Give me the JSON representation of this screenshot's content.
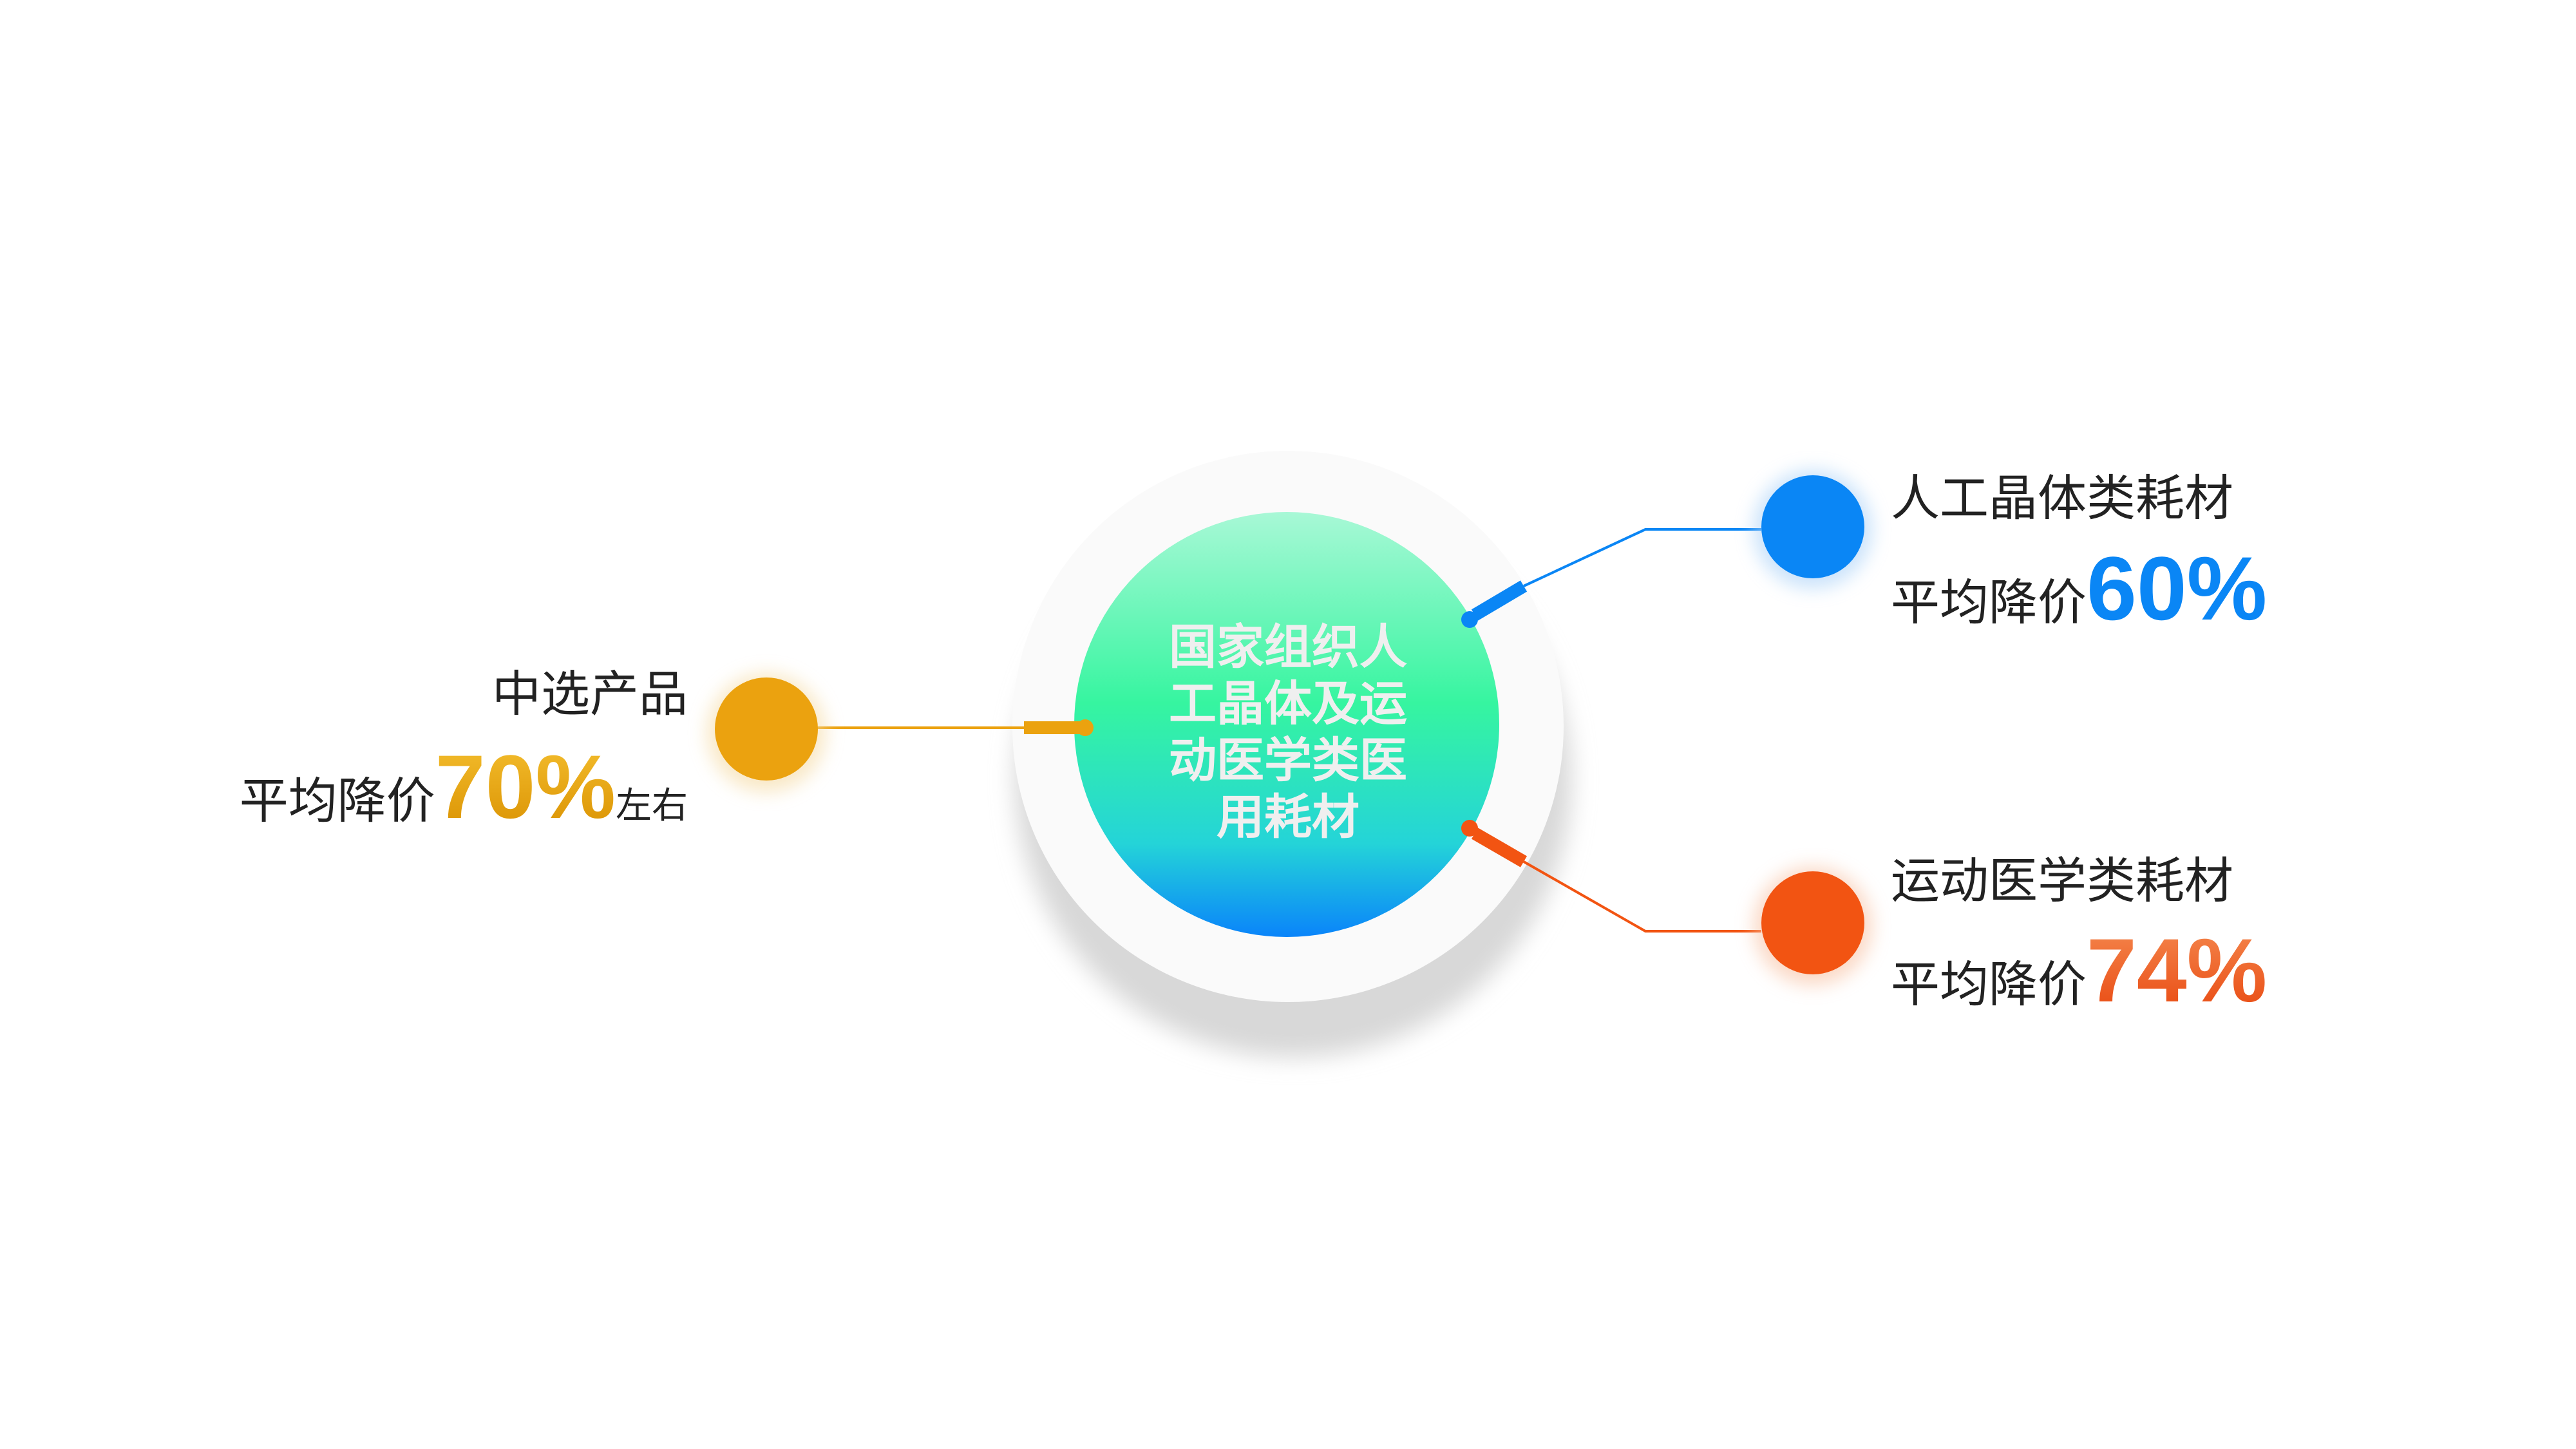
{
  "center": {
    "lines": [
      "国家组织人",
      "工晶体及运",
      "动医学类医",
      "用耗材"
    ]
  },
  "items": [
    {
      "title": "中选产品",
      "prefix": "平均降价",
      "value": "70%",
      "suffix": "左右",
      "color": "#EBA20F"
    },
    {
      "title": "人工晶体类耗材",
      "prefix": "平均降价",
      "value": "60%",
      "suffix": "",
      "color": "#0A86F5"
    },
    {
      "title": "运动医学类耗材",
      "prefix": "平均降价",
      "value": "74%",
      "suffix": "",
      "color": "#F25412"
    }
  ]
}
